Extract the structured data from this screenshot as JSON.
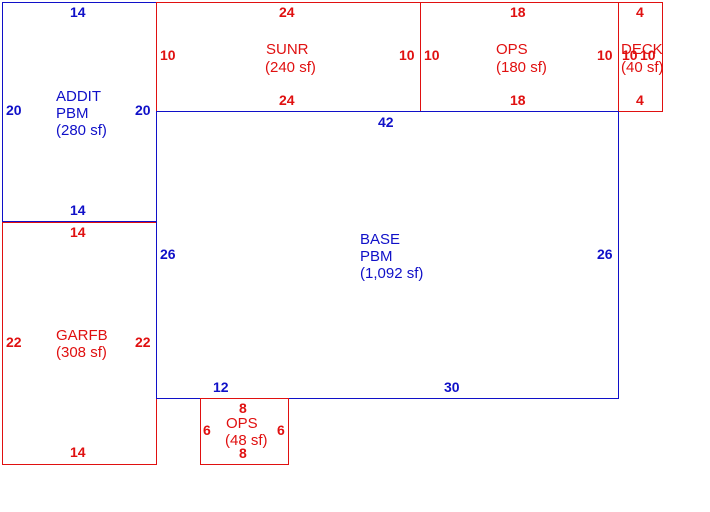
{
  "colors": {
    "base_area": "#1010c8",
    "other_area": "#e01010"
  },
  "areas": {
    "addit": {
      "name_line1": "ADDIT",
      "name_line2": "PBM",
      "area": "(280 sf)",
      "dims": {
        "top": "14",
        "bottom": "14",
        "left": "20",
        "right": "20"
      }
    },
    "sunr": {
      "name": "SUNR",
      "area": "(240 sf)",
      "dims": {
        "top": "24",
        "bottom": "24",
        "left": "10",
        "right": "10"
      }
    },
    "ops_top": {
      "name": "OPS",
      "area": "(180 sf)",
      "dims": {
        "top": "18",
        "bottom": "18",
        "left": "10",
        "right": "10"
      }
    },
    "deck": {
      "name": "DECK",
      "area": "(40 sf)",
      "dims": {
        "top": "4",
        "bottom": "4",
        "left": "10",
        "right": "10"
      }
    },
    "base": {
      "name_line1": "BASE",
      "name_line2": "PBM",
      "area": "(1,092 sf)",
      "dims": {
        "top": "42",
        "left": "26",
        "right": "26",
        "bottom_left": "12",
        "bottom_right": "30"
      }
    },
    "garfb": {
      "name": "GARFB",
      "area": "(308 sf)",
      "dims": {
        "top": "14",
        "bottom": "14",
        "left": "22",
        "right": "22"
      }
    },
    "ops_bottom": {
      "name": "OPS",
      "area": "(48 sf)",
      "dims": {
        "top": "8",
        "bottom": "8",
        "left": "6",
        "right": "6"
      }
    }
  }
}
